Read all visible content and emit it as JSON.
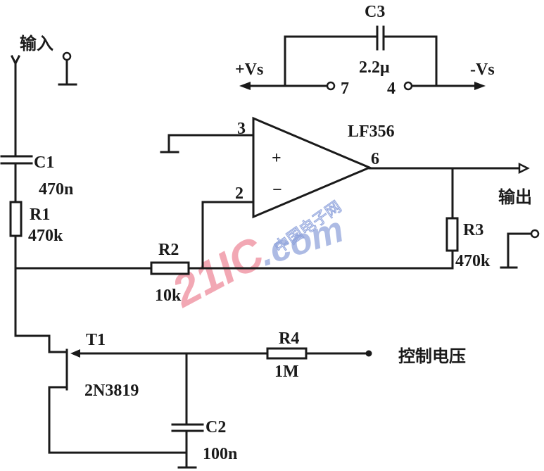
{
  "labels": {
    "input": "输入",
    "output": "输出",
    "control_voltage": "控制电压",
    "pos_supply": "+Vs",
    "neg_supply": "-Vs",
    "opamp": "LF356",
    "pin3": "3",
    "pin2": "2",
    "pin6": "6",
    "pin7": "7",
    "pin4": "4",
    "plus": "+",
    "minus": "−"
  },
  "components": {
    "c1": {
      "name": "C1",
      "value": "470n"
    },
    "r1": {
      "name": "R1",
      "value": "470k"
    },
    "r2": {
      "name": "R2",
      "value": "10k"
    },
    "r3": {
      "name": "R3",
      "value": "470k"
    },
    "r4": {
      "name": "R4",
      "value": "1M"
    },
    "c2": {
      "name": "C2",
      "value": "100n"
    },
    "c3": {
      "name": "C3",
      "value": "2.2μ"
    },
    "t1": {
      "name": "T1",
      "value": "2N3819"
    }
  },
  "watermark": {
    "main": "21IC",
    "suffix": ".com",
    "cn": "中国电子网"
  }
}
